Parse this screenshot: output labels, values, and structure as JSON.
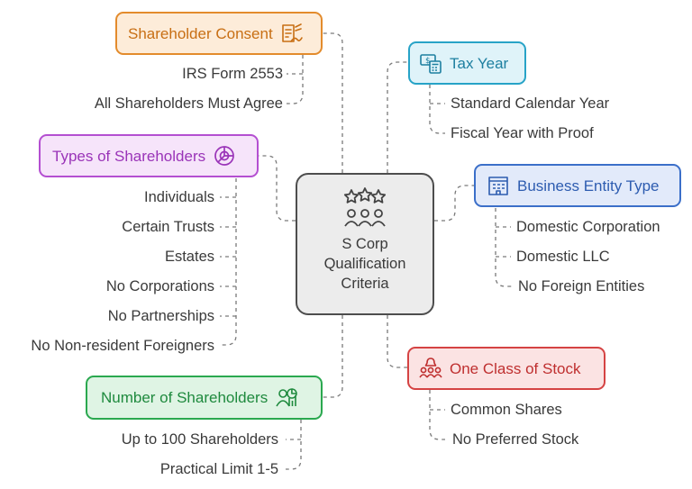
{
  "center": {
    "line1": "S Corp",
    "line2": "Qualification",
    "line3": "Criteria",
    "icon": "stars-people-icon"
  },
  "branches": {
    "shareholder_consent": {
      "title": "Shareholder Consent",
      "icon": "signature-document-icon",
      "color": "#e38b2c",
      "items": [
        "IRS Form 2553",
        "All Shareholders Must Agree"
      ]
    },
    "tax_year": {
      "title": "Tax Year",
      "icon": "money-calculator-icon",
      "color": "#27a3c7",
      "items": [
        "Standard Calendar Year",
        "Fiscal Year with Proof"
      ]
    },
    "types_of_shareholders": {
      "title": "Types of Shareholders",
      "icon": "pie-chart-icon",
      "color": "#b44fd1",
      "items": [
        "Individuals",
        "Certain Trusts",
        "Estates",
        "No Corporations",
        "No Partnerships",
        "No Non-resident Foreigners"
      ]
    },
    "business_entity_type": {
      "title": "Business Entity Type",
      "icon": "office-building-icon",
      "color": "#3b6fc9",
      "items": [
        "Domestic Corporation",
        "Domestic LLC",
        "No Foreign Entities"
      ]
    },
    "one_class_of_stock": {
      "title": "One Class of Stock",
      "icon": "group-alert-icon",
      "color": "#d54343",
      "items": [
        "Common Shares",
        "No Preferred Stock"
      ]
    },
    "number_of_shareholders": {
      "title": "Number of Shareholders",
      "icon": "user-chart-icon",
      "color": "#2aa84f",
      "items": [
        "Up to 100 Shareholders",
        "Practical Limit 1-5"
      ]
    }
  }
}
